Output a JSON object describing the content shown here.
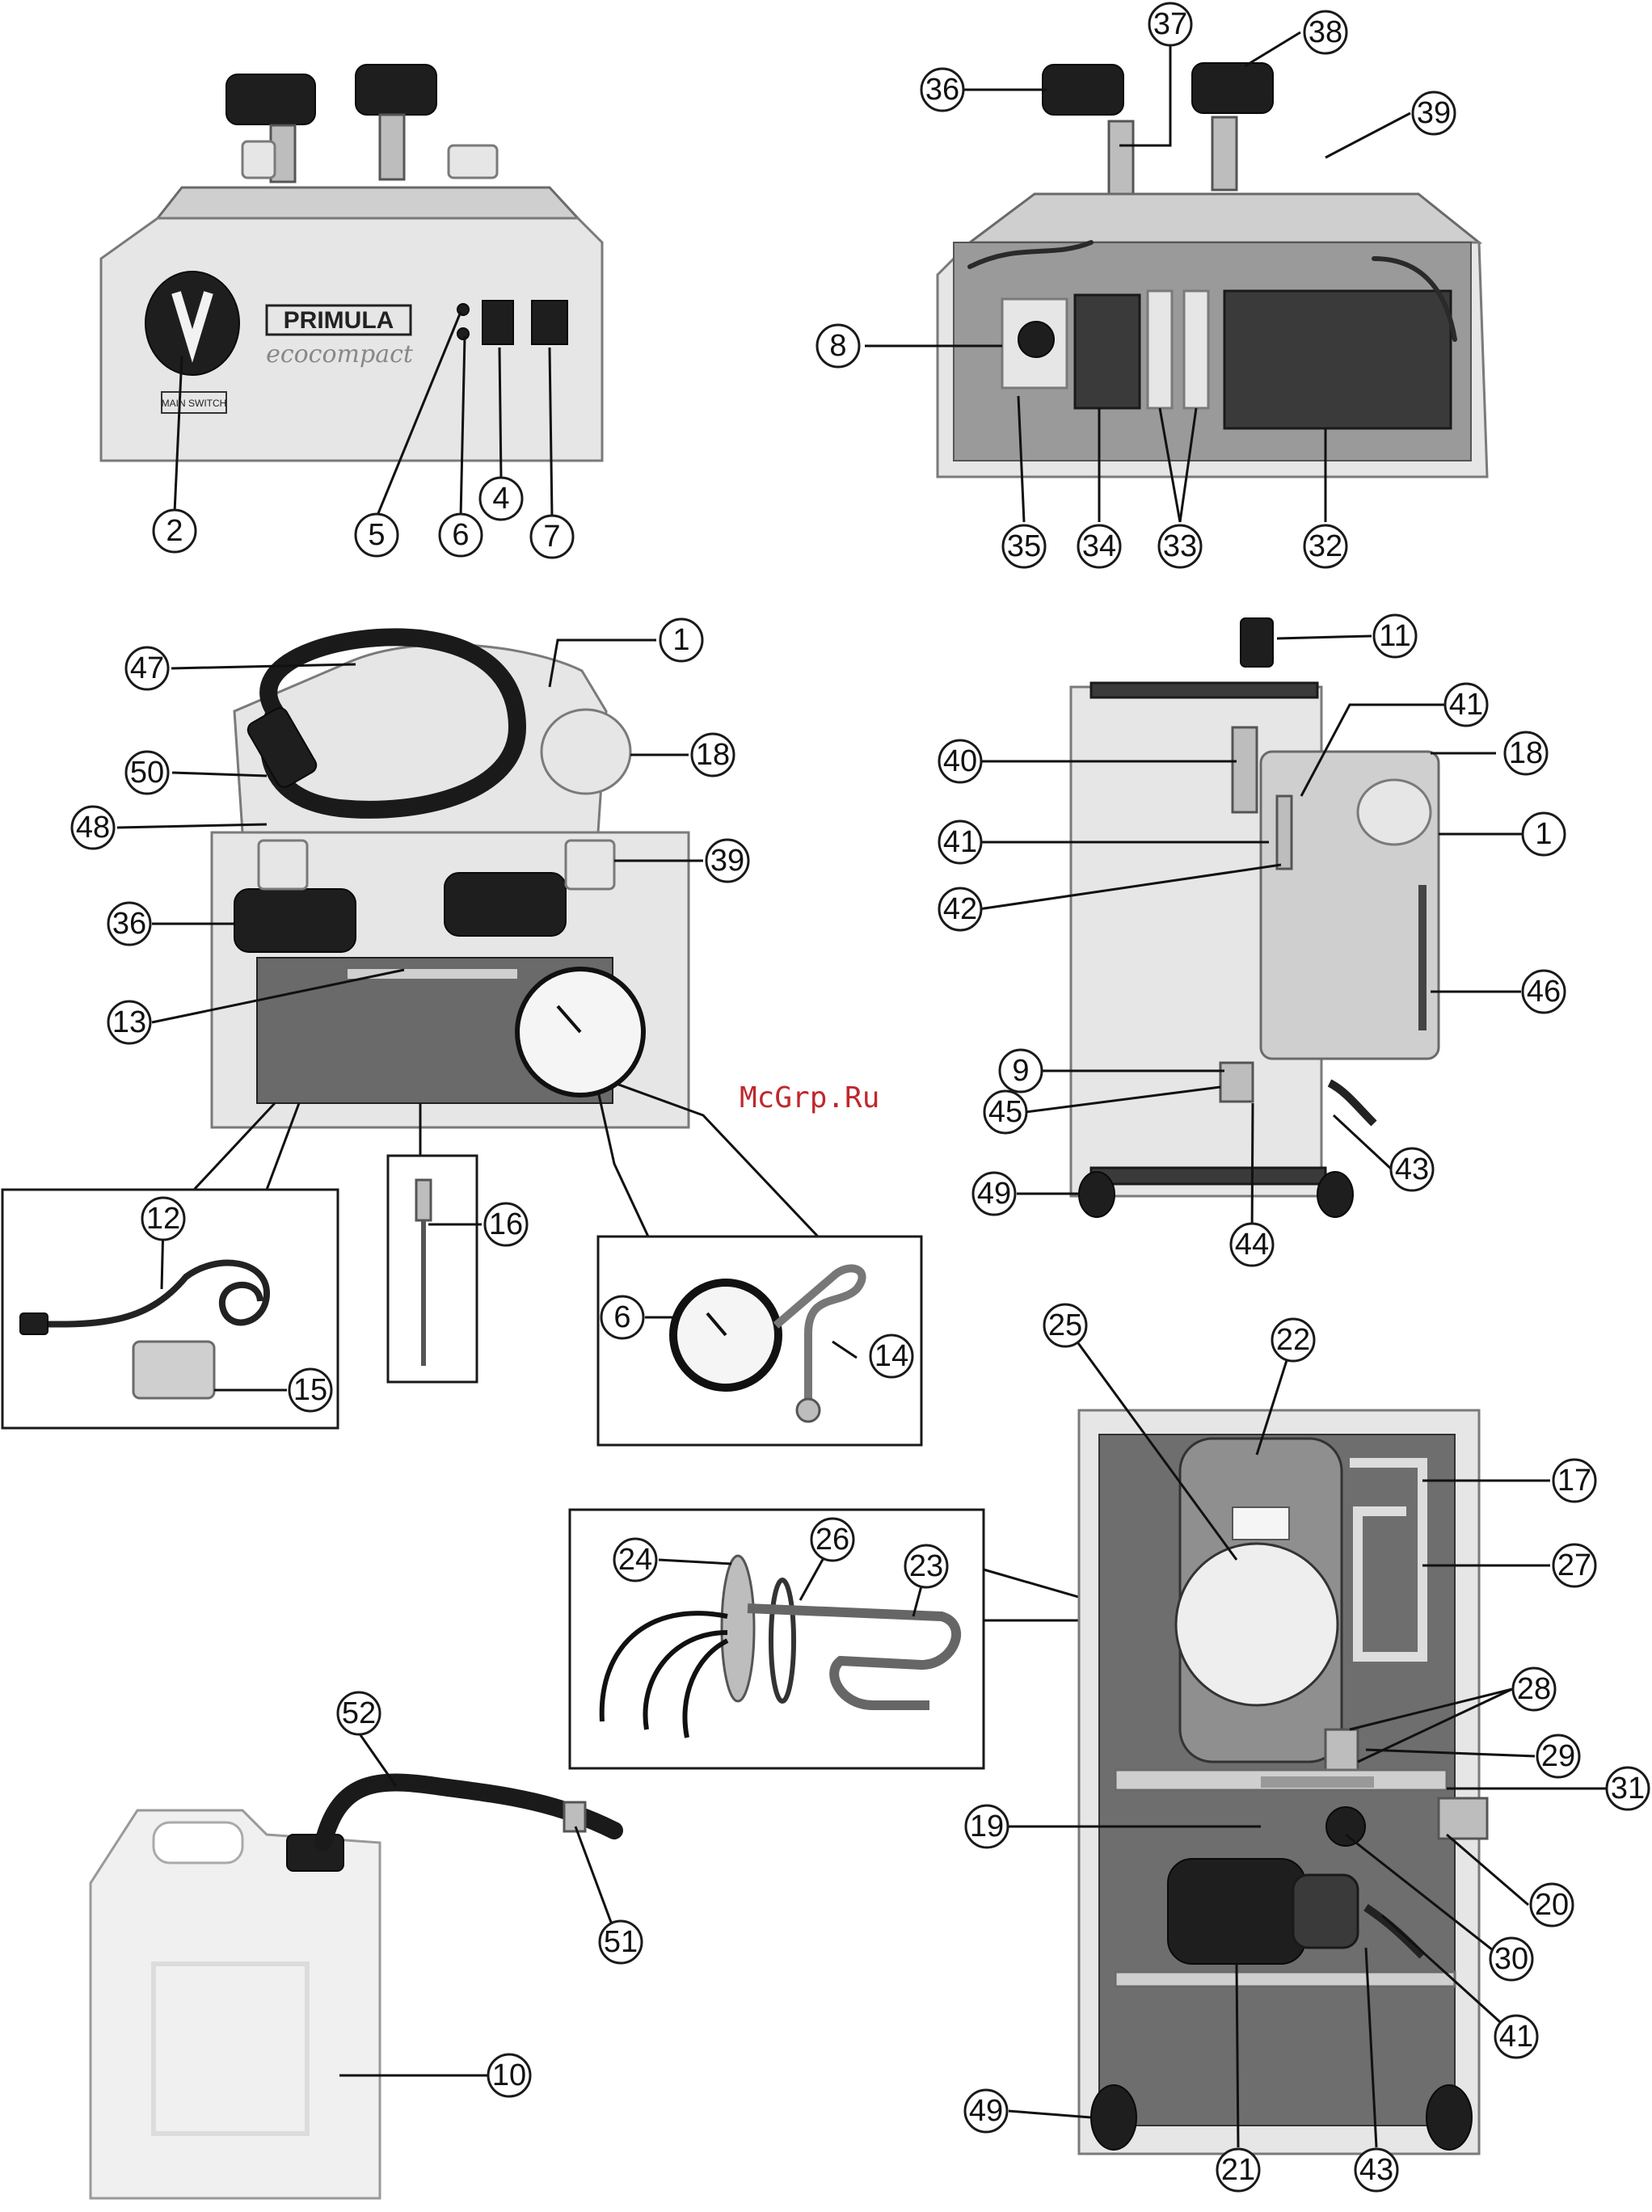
{
  "watermark": "McGrp.Ru",
  "front_panel": {
    "brand": "PRIMULA",
    "model": "ecocompact",
    "main_switch_label": "MAIN SWITCH"
  },
  "callouts": [
    {
      "id": "c2",
      "label": "2"
    },
    {
      "id": "c5",
      "label": "5"
    },
    {
      "id": "c6a",
      "label": "6"
    },
    {
      "id": "c4",
      "label": "4"
    },
    {
      "id": "c7",
      "label": "7"
    },
    {
      "id": "c36a",
      "label": "36"
    },
    {
      "id": "c37",
      "label": "37"
    },
    {
      "id": "c38",
      "label": "38"
    },
    {
      "id": "c39a",
      "label": "39"
    },
    {
      "id": "c8",
      "label": "8"
    },
    {
      "id": "c35",
      "label": "35"
    },
    {
      "id": "c34",
      "label": "34"
    },
    {
      "id": "c33",
      "label": "33"
    },
    {
      "id": "c32",
      "label": "32"
    },
    {
      "id": "c47",
      "label": "47"
    },
    {
      "id": "c1a",
      "label": "1"
    },
    {
      "id": "c18a",
      "label": "18"
    },
    {
      "id": "c50",
      "label": "50"
    },
    {
      "id": "c48",
      "label": "48"
    },
    {
      "id": "c39b",
      "label": "39"
    },
    {
      "id": "c36b",
      "label": "36"
    },
    {
      "id": "c13",
      "label": "13"
    },
    {
      "id": "c12",
      "label": "12"
    },
    {
      "id": "c15",
      "label": "15"
    },
    {
      "id": "c16",
      "label": "16"
    },
    {
      "id": "c6b",
      "label": "6"
    },
    {
      "id": "c14",
      "label": "14"
    },
    {
      "id": "c11",
      "label": "11"
    },
    {
      "id": "c41a",
      "label": "41"
    },
    {
      "id": "c40",
      "label": "40"
    },
    {
      "id": "c18b",
      "label": "18"
    },
    {
      "id": "c41b",
      "label": "41"
    },
    {
      "id": "c1b",
      "label": "1"
    },
    {
      "id": "c42",
      "label": "42"
    },
    {
      "id": "c46",
      "label": "46"
    },
    {
      "id": "c9",
      "label": "9"
    },
    {
      "id": "c45",
      "label": "45"
    },
    {
      "id": "c43a",
      "label": "43"
    },
    {
      "id": "c49a",
      "label": "49"
    },
    {
      "id": "c44",
      "label": "44"
    },
    {
      "id": "c25",
      "label": "25"
    },
    {
      "id": "c22",
      "label": "22"
    },
    {
      "id": "c17",
      "label": "17"
    },
    {
      "id": "c24",
      "label": "24"
    },
    {
      "id": "c26",
      "label": "26"
    },
    {
      "id": "c23",
      "label": "23"
    },
    {
      "id": "c27",
      "label": "27"
    },
    {
      "id": "c28",
      "label": "28"
    },
    {
      "id": "c29",
      "label": "29"
    },
    {
      "id": "c31",
      "label": "31"
    },
    {
      "id": "c19",
      "label": "19"
    },
    {
      "id": "c20",
      "label": "20"
    },
    {
      "id": "c30",
      "label": "30"
    },
    {
      "id": "c52",
      "label": "52"
    },
    {
      "id": "c51",
      "label": "51"
    },
    {
      "id": "c10",
      "label": "10"
    },
    {
      "id": "c41c",
      "label": "41"
    },
    {
      "id": "c49b",
      "label": "49"
    },
    {
      "id": "c21",
      "label": "21"
    },
    {
      "id": "c43b",
      "label": "43"
    }
  ]
}
